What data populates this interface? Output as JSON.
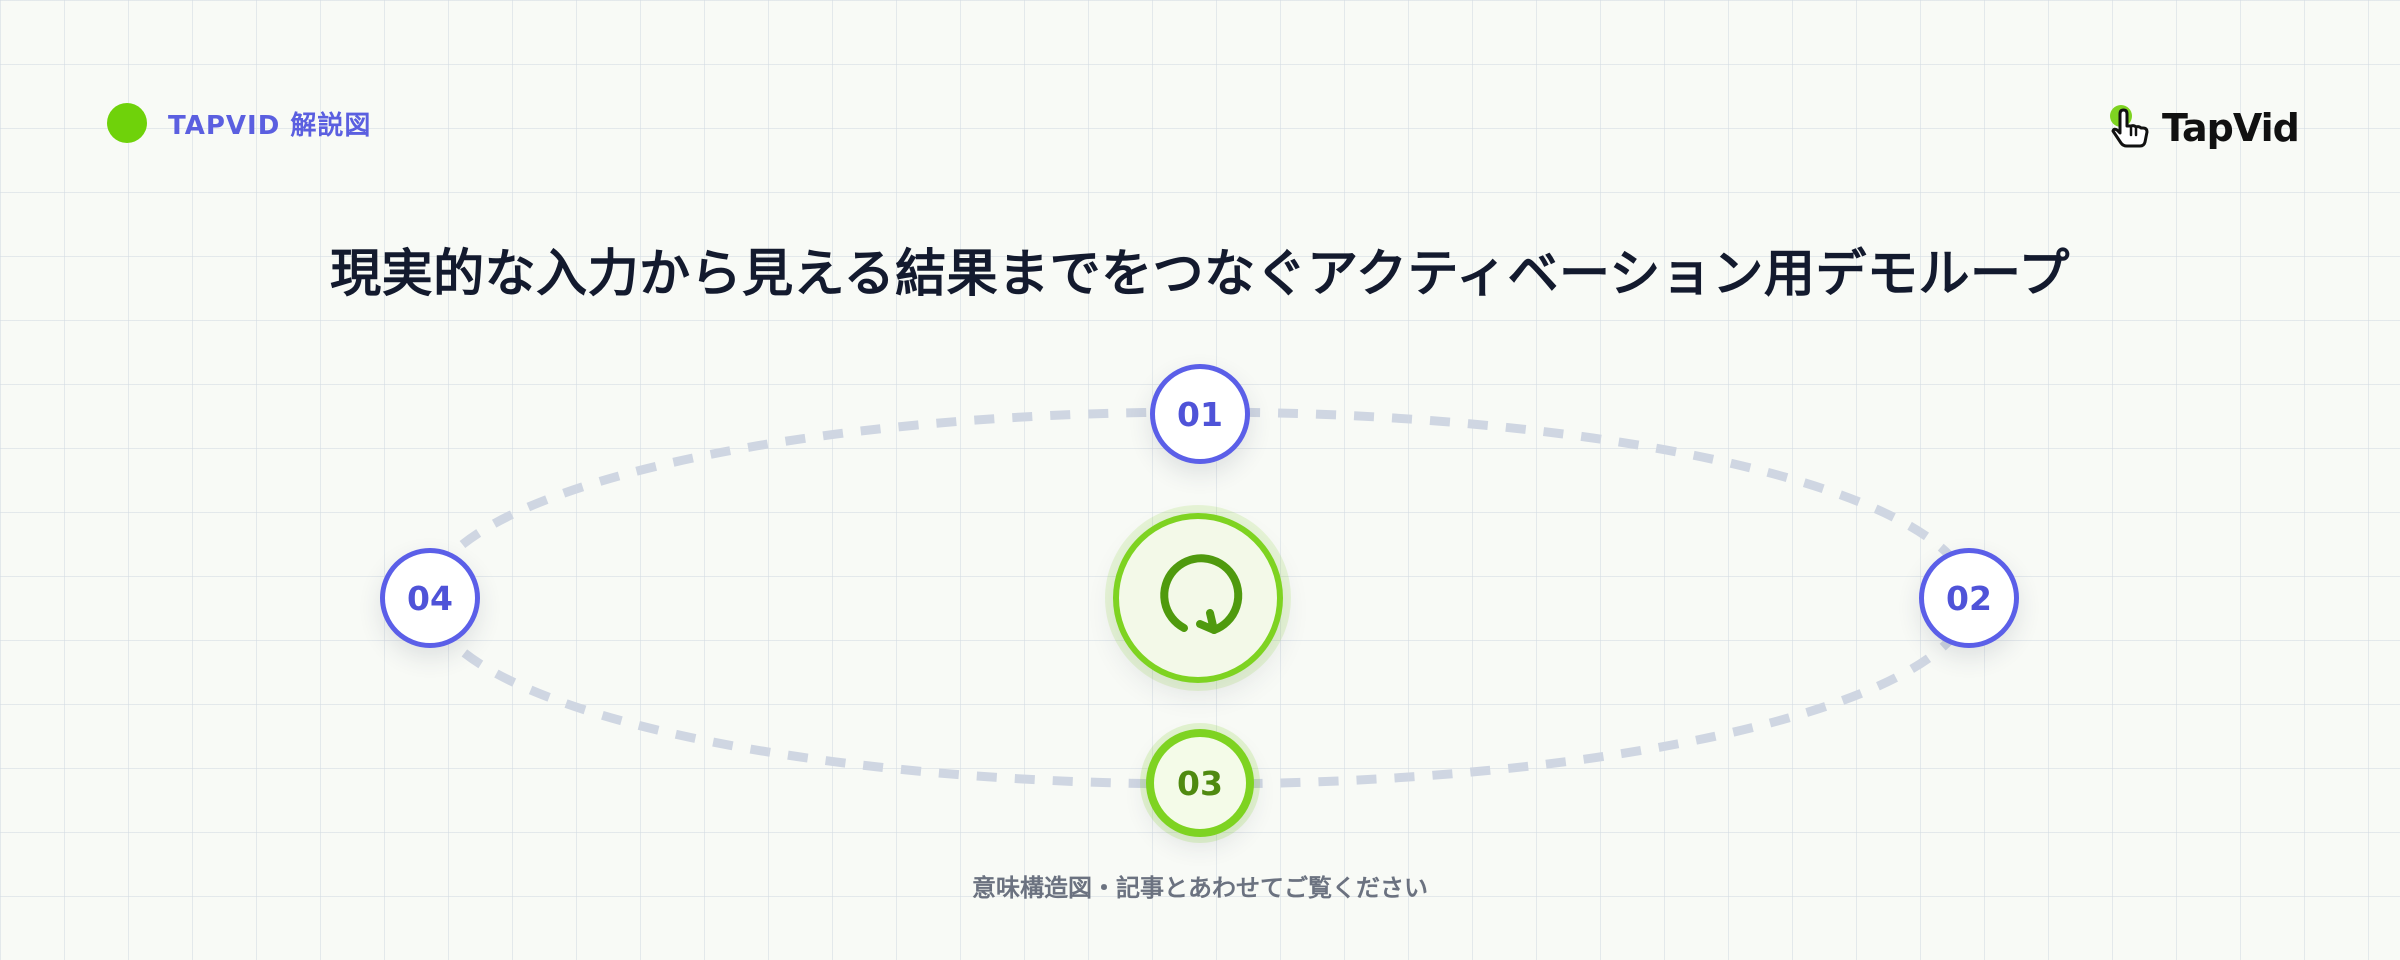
{
  "header": {
    "tag_text": "TAPVID 解説図",
    "logo_text": "TapVid"
  },
  "title": "現実的な入力から見える結果までをつなぐアクティベーション用デモループ",
  "loop": {
    "steps": [
      {
        "label": "01",
        "color": "#5b5fe8"
      },
      {
        "label": "02",
        "color": "#5b5fe8"
      },
      {
        "label": "03",
        "color": "#7ed321"
      },
      {
        "label": "04",
        "color": "#5b5fe8"
      }
    ],
    "center_icon": "refresh-loop-icon",
    "path_color": "#cfd6e2"
  },
  "caption": "意味構造図・記事とあわせてご覧ください",
  "colors": {
    "accent_green": "#7ed321",
    "accent_blue": "#5b5fe8",
    "title": "#131a2e",
    "caption": "#6b7280"
  }
}
